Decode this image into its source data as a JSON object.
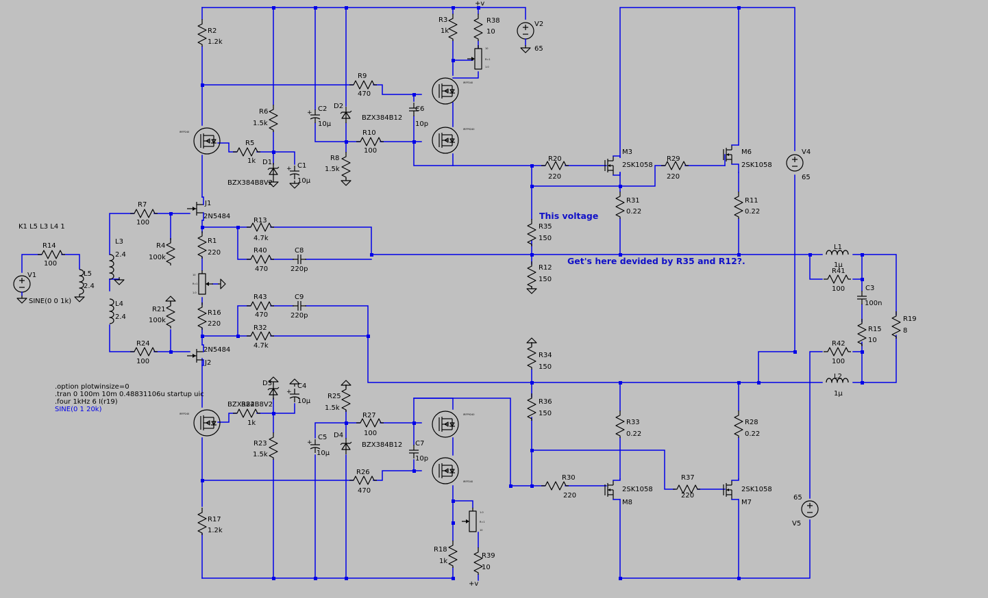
{
  "schematic": {
    "background": "#c0c0c0",
    "wire_color": "#0000e8",
    "part_color": "#000000",
    "note_color": "#1010c8",
    "components": {
      "R2": {
        "ref": "R2",
        "value": "1.2k"
      },
      "R3": {
        "ref": "R3",
        "value": "1k"
      },
      "R38": {
        "ref": "R38",
        "value": "10"
      },
      "V2": {
        "ref": "V2",
        "value": "65"
      },
      "R9": {
        "ref": "R9",
        "value": "470"
      },
      "R6": {
        "ref": "R6",
        "value": "1.5k"
      },
      "C2": {
        "ref": "C2",
        "value": "10µ"
      },
      "D2": {
        "ref": "D2",
        "value": "BZX384B12"
      },
      "C6": {
        "ref": "C6",
        "value": "10p"
      },
      "R5": {
        "ref": "R5",
        "value": "1k"
      },
      "D1": {
        "ref": "D1",
        "value": "BZX384B8V2"
      },
      "C1": {
        "ref": "C1",
        "value": "10µ"
      },
      "R10": {
        "ref": "R10",
        "value": "100"
      },
      "R8": {
        "ref": "R8",
        "value": "1.5k"
      },
      "M3": {
        "ref": "M3",
        "value": "2SK1058"
      },
      "M6": {
        "ref": "M6",
        "value": "2SK1058"
      },
      "R20": {
        "ref": "R20",
        "value": "220"
      },
      "R29": {
        "ref": "R29",
        "value": "220"
      },
      "V4": {
        "ref": "V4",
        "value": "65"
      },
      "R31": {
        "ref": "R31",
        "value": "0.22"
      },
      "R11": {
        "ref": "R11",
        "value": "0.22"
      },
      "J1": {
        "ref": "J1",
        "value": "2N5484"
      },
      "R7": {
        "ref": "R7",
        "value": "100"
      },
      "R13": {
        "ref": "R13",
        "value": "4.7k"
      },
      "R35": {
        "ref": "R35",
        "value": "150"
      },
      "R1": {
        "ref": "R1",
        "value": "220"
      },
      "R4": {
        "ref": "R4",
        "value": "100k"
      },
      "L3": {
        "ref": "L3",
        "value": "2.4"
      },
      "R14": {
        "ref": "R14",
        "value": "100"
      },
      "V1": {
        "ref": "V1",
        "value": "SINE(0 0 1k)"
      },
      "L5": {
        "ref": "L5",
        "value": "2.4"
      },
      "R40": {
        "ref": "R40",
        "value": "470"
      },
      "C8": {
        "ref": "C8",
        "value": "220p"
      },
      "R12": {
        "ref": "R12",
        "value": "150"
      },
      "L1": {
        "ref": "L1",
        "value": "1µ"
      },
      "R41": {
        "ref": "R41",
        "value": "100"
      },
      "C3": {
        "ref": "C3",
        "value": "100n"
      },
      "L4": {
        "ref": "L4",
        "value": "2.4"
      },
      "R21": {
        "ref": "R21",
        "value": "100k"
      },
      "R43": {
        "ref": "R43",
        "value": "470"
      },
      "C9": {
        "ref": "C9",
        "value": "220p"
      },
      "R16": {
        "ref": "R16",
        "value": "220"
      },
      "R32": {
        "ref": "R32",
        "value": "4.7k"
      },
      "R15": {
        "ref": "R15",
        "value": "10"
      },
      "R19": {
        "ref": "R19",
        "value": "8"
      },
      "R24": {
        "ref": "R24",
        "value": "100"
      },
      "J2": {
        "ref": "J2",
        "value": "2N5484"
      },
      "R34": {
        "ref": "R34",
        "value": "150"
      },
      "R42": {
        "ref": "R42",
        "value": "100"
      },
      "L2": {
        "ref": "L2",
        "value": "1µ"
      },
      "D3": {
        "ref": "D3",
        "value": "BZX384B8V2"
      },
      "C4": {
        "ref": "C4",
        "value": "10µ"
      },
      "R25": {
        "ref": "R25",
        "value": "1.5k"
      },
      "R22": {
        "ref": "R22",
        "value": "1k"
      },
      "R27": {
        "ref": "R27",
        "value": "100"
      },
      "R36": {
        "ref": "R36",
        "value": "150"
      },
      "R33": {
        "ref": "R33",
        "value": "0.22"
      },
      "R28": {
        "ref": "R28",
        "value": "0.22"
      },
      "C5": {
        "ref": "C5",
        "value": "10µ"
      },
      "D4": {
        "ref": "D4",
        "value": "BZX384B12"
      },
      "C7": {
        "ref": "C7",
        "value": "10p"
      },
      "R23": {
        "ref": "R23",
        "value": "1.5k"
      },
      "R26": {
        "ref": "R26",
        "value": "470"
      },
      "R30": {
        "ref": "R30",
        "value": "220"
      },
      "R37": {
        "ref": "R37",
        "value": "220"
      },
      "M8": {
        "ref": "M8",
        "value": "2SK1058"
      },
      "M7": {
        "ref": "M7",
        "value": "2SK1058"
      },
      "V5": {
        "ref": "V5",
        "value": "65"
      },
      "R17": {
        "ref": "R17",
        "value": "1.2k"
      },
      "R18": {
        "ref": "R18",
        "value": "1k"
      },
      "R39": {
        "ref": "R39",
        "value": "10"
      }
    },
    "net_labels": {
      "vplus_top": "+v",
      "vplus_bottom": "+v"
    },
    "directives": {
      "coupling": "K1 L5 L3 L4 1",
      "options": ".option plotwinsize=0",
      "tran": ".tran 0 100m 10m 0.48831106u startup uic",
      "four": ".four 1kHz 6  I(r19)",
      "source_note": "SINE(0 1 20k)"
    },
    "notes": {
      "note1": "This voltage",
      "note2": "Get's here devided by R35 and R12?."
    },
    "tiny_part_text": {
      "pot_a": "10",
      "pot_b": "R=1",
      "pot_c": "1.0",
      "mos_model": "IRFP240",
      "mos_model2": "IRFP9240"
    }
  }
}
